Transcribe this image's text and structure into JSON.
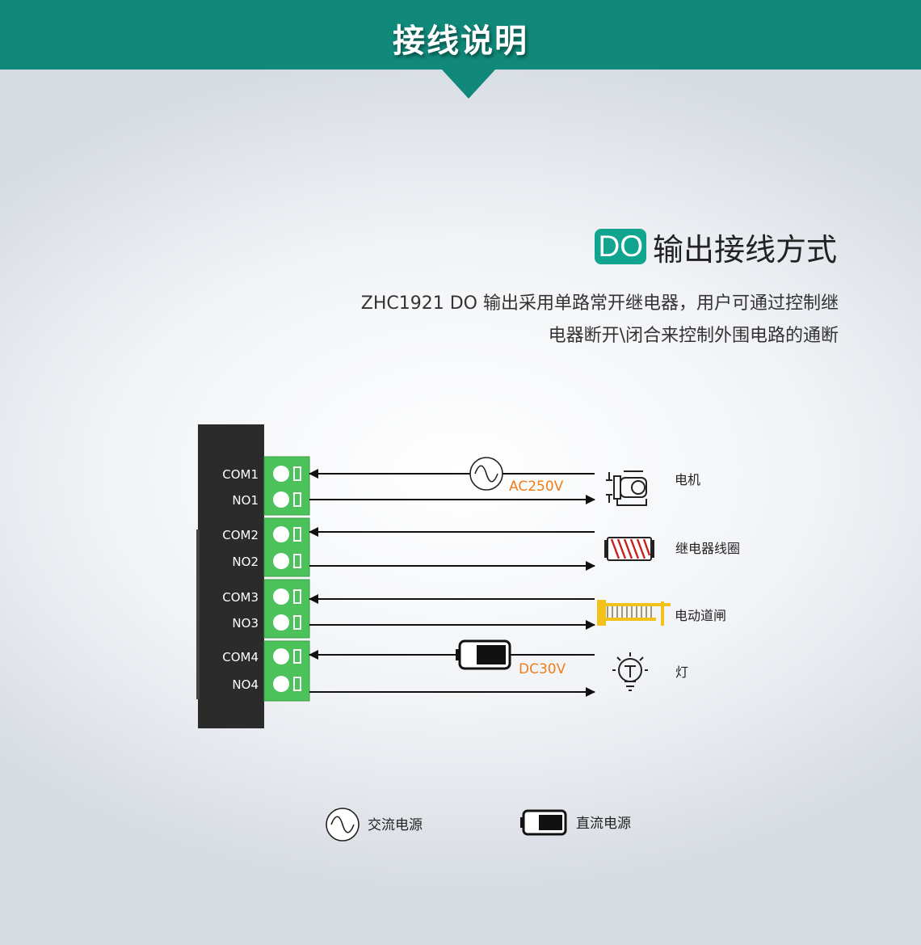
{
  "header": {
    "title": "接线说明"
  },
  "section": {
    "badge": "DO",
    "title": "输出接线方式",
    "desc_line1": "ZHC1921 DO 输出采用单路常开继电器，用户可通过控制继",
    "desc_line2": "电器断开\\闭合来控制外围电路的通断"
  },
  "terminals": [
    {
      "com": "COM1",
      "no": "NO1"
    },
    {
      "com": "COM2",
      "no": "NO2"
    },
    {
      "com": "COM3",
      "no": "NO3"
    },
    {
      "com": "COM4",
      "no": "NO4"
    }
  ],
  "loads": [
    {
      "label": "电机",
      "icon": "motor-icon"
    },
    {
      "label": "继电器线圈",
      "icon": "relay-coil-icon"
    },
    {
      "label": "电动道闸",
      "icon": "barrier-gate-icon"
    },
    {
      "label": "灯",
      "icon": "lamp-icon"
    }
  ],
  "sources": {
    "ac_label": "AC250V",
    "dc_label": "DC30V"
  },
  "legend": {
    "ac": "交流电源",
    "dc": "直流电源"
  },
  "colors": {
    "header": "#11897a",
    "badge": "#11a58f",
    "terminal_green": "#4cc25a",
    "device_body": "#2b2b2b",
    "source_label": "#f07d1a",
    "gate_yellow": "#f2c21a",
    "coil_red": "#c8201e"
  }
}
